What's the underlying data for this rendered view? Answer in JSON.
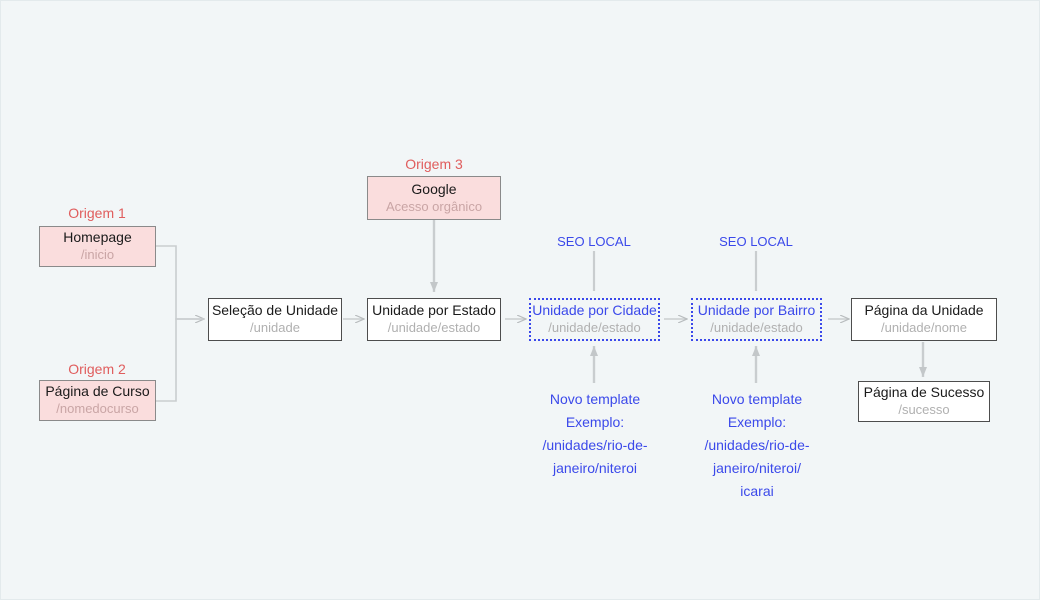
{
  "diagram": {
    "background_color": "#f2f6f7",
    "accent_blue": "#3b49ea",
    "accent_red": "#e05d5d",
    "origin_fill": "#fadddd",
    "origin_labels": [
      {
        "id": "origem-1",
        "text": "Origem 1"
      },
      {
        "id": "origem-2",
        "text": "Origem 2"
      },
      {
        "id": "origem-3",
        "text": "Origem 3"
      }
    ],
    "seo_labels": [
      {
        "id": "seo-local-cidade",
        "text": "SEO LOCAL"
      },
      {
        "id": "seo-local-bairro",
        "text": "SEO LOCAL"
      }
    ],
    "nodes": [
      {
        "id": "homepage",
        "title": "Homepage",
        "slug": "/inicio"
      },
      {
        "id": "pagina-de-curso",
        "title": "Página de Curso",
        "slug": "/nomedocurso"
      },
      {
        "id": "google",
        "title": "Google",
        "slug": "Acesso orgânico"
      },
      {
        "id": "selecao-de-unidade",
        "title": "Seleção de Unidade",
        "slug": "/unidade"
      },
      {
        "id": "unidade-por-estado",
        "title": "Unidade por Estado",
        "slug": "/unidade/estado"
      },
      {
        "id": "unidade-por-cidade",
        "title": "Unidade por Cidade",
        "slug": "/unidade/estado"
      },
      {
        "id": "unidade-por-bairro",
        "title": "Unidade por Bairro",
        "slug": "/unidade/estado"
      },
      {
        "id": "pagina-da-unidade",
        "title": "Página da Unidade",
        "slug": "/unidade/nome"
      },
      {
        "id": "pagina-de-sucesso",
        "title": "Página de Sucesso",
        "slug": "/sucesso"
      }
    ],
    "notes": [
      {
        "id": "nota-cidade",
        "lines": [
          "Novo template",
          "Exemplo:",
          "/unidades/rio-de-",
          "janeiro/niteroi"
        ]
      },
      {
        "id": "nota-bairro",
        "lines": [
          "Novo template",
          "Exemplo:",
          "/unidades/rio-de-",
          "janeiro/niteroi/",
          "icarai"
        ]
      }
    ]
  }
}
